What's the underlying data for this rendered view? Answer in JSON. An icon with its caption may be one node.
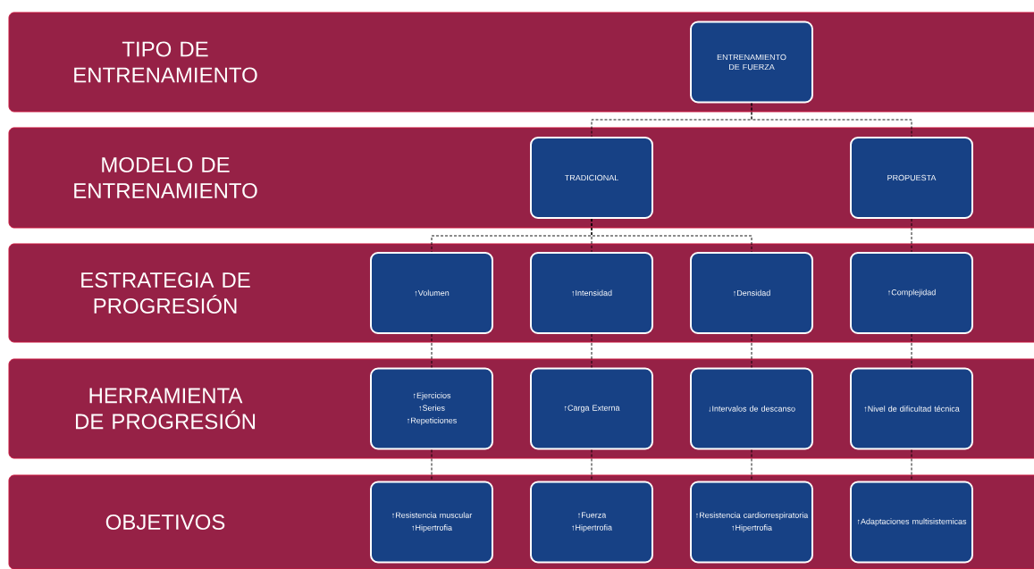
{
  "diagram": {
    "nodes": [
      {
        "text": [
          "TIPO DE ENTRENAMIENTO"
        ]
      },
      {
        "text": [
          "ENTRENAMIENTO DE FUERZA"
        ],
        "in": 0
      },
      {
        "text": [
          "MODELO DE ENTRENAMIENTO"
        ]
      },
      {
        "text": [
          "TRADICIONAL"
        ],
        "in": 2
      },
      {
        "text": [
          "PROPUESTA"
        ],
        "in": 2
      },
      {
        "text": [
          "ESTRATEGIA DE PROGRESIÓN"
        ]
      },
      {
        "text": [
          "↑Volumen"
        ],
        "in": 5
      },
      {
        "text": [
          "↑Intensidad"
        ],
        "in": 5
      },
      {
        "text": [
          "↑Densidad"
        ],
        "in": 5
      },
      {
        "text": [
          "↑Complejidad"
        ],
        "in": 5
      },
      {
        "text": [
          "HERRAMIENTA DE PROGRESIÓN"
        ]
      },
      {
        "text": [
          "↑Ejercicios",
          "↑Series",
          "↑Repeticiones"
        ],
        "in": 10
      },
      {
        "text": [
          "↑Carga Externa"
        ],
        "in": 10
      },
      {
        "text": [
          "↓Intervalos de descanso"
        ],
        "in": 10
      },
      {
        "text": [
          "↑Nivel de dificultad técnica"
        ],
        "in": 10
      },
      {
        "text": [
          "OBJETIVOS"
        ]
      },
      {
        "text": [
          "↑Resistencia muscular",
          "↑Hipertrofia"
        ],
        "in": 15
      },
      {
        "text": [
          "↑Fuerza",
          "↑Hipertrofia"
        ],
        "in": 15
      },
      {
        "text": [
          "↑Resistencia cardiorrespiratoria",
          "↑Hipertrofia"
        ],
        "in": 15
      },
      {
        "text": [
          "↑Adaptaciones multisistemicas"
        ],
        "in": 15
      }
    ],
    "edges": [
      {
        "from": 1,
        "to": 3,
        "arrow": "none",
        "style": "dashed"
      },
      {
        "from": 1,
        "to": 4,
        "arrow": "none",
        "style": "dashed"
      },
      {
        "from": 3,
        "to": 6,
        "arrow": "none",
        "style": "dashed"
      },
      {
        "from": 3,
        "to": 7,
        "arrow": "none",
        "style": "dashed"
      },
      {
        "from": 3,
        "to": 8,
        "arrow": "none",
        "style": "dashed"
      },
      {
        "from": 4,
        "to": 9,
        "arrow": "none",
        "style": "dashed"
      },
      {
        "from": 6,
        "to": 11,
        "arrow": "none",
        "style": "dashed"
      },
      {
        "from": 7,
        "to": 12,
        "arrow": "none",
        "style": "dashed"
      },
      {
        "from": 8,
        "to": 13,
        "arrow": "none",
        "style": "dashed"
      },
      {
        "from": 9,
        "to": 14,
        "arrow": "none",
        "style": "dashed"
      },
      {
        "from": 11,
        "to": 16,
        "arrow": "none",
        "style": "dashed"
      },
      {
        "from": 12,
        "to": 17,
        "arrow": "none",
        "style": "dashed"
      },
      {
        "from": 13,
        "to": 18,
        "arrow": "none",
        "style": "dashed"
      },
      {
        "from": 14,
        "to": 19,
        "arrow": "none",
        "style": "dashed"
      }
    ]
  }
}
